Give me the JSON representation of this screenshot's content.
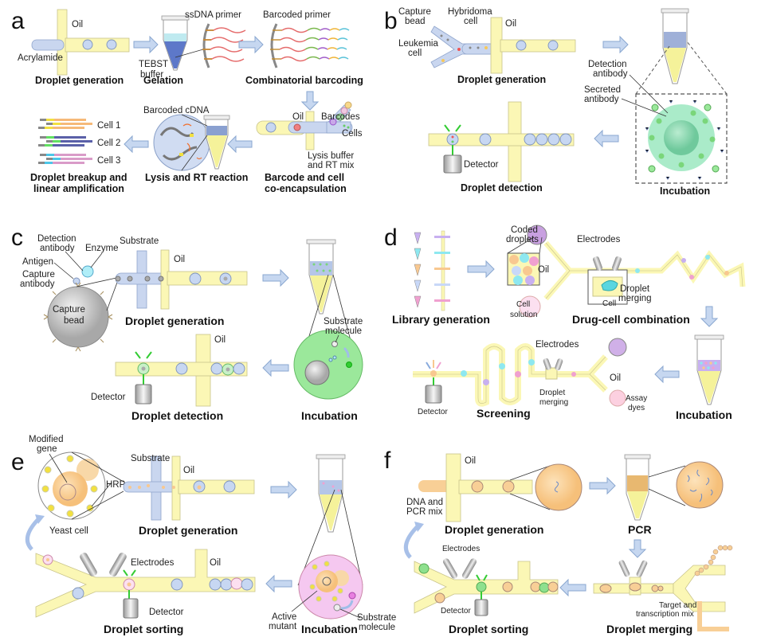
{
  "figure": {
    "panels": {
      "a": {
        "letter": "a",
        "labels": {
          "oil": "Oil",
          "acrylamide": "Acrylamide",
          "ssdna_primer": "ssDNA primer",
          "tebst": "TEBST",
          "buffer": "buffer",
          "barcoded_primer": "Barcoded primer",
          "barcoded_cdna": "Barcoded cDNA",
          "cell1": "Cell 1",
          "cell2": "Cell 2",
          "cell3": "Cell 3",
          "oil2": "Oil",
          "barcodes": "Barcodes",
          "cells": "Cells",
          "lysis1": "Lysis buffer",
          "lysis2": "and RT mix"
        },
        "steps": {
          "s1": "Droplet generation",
          "s2": "Gelation",
          "s3": "Combinatorial barcoding",
          "s4a": "Barcode and cell",
          "s4b": "co-encapsulation",
          "s5": "Lysis and RT reaction",
          "s6a": "Droplet breakup and",
          "s6b": "linear amplification"
        }
      },
      "b": {
        "letter": "b",
        "labels": {
          "capture1": "Capture",
          "capture2": "bead",
          "hybridoma1": "Hybridoma",
          "hybridoma2": "cell",
          "oil": "Oil",
          "leukemia1": "Leukemia",
          "leukemia2": "cell",
          "detection1": "Detection",
          "detection2": "antibody",
          "secreted1": "Secreted",
          "secreted2": "antibody",
          "detector": "Detector"
        },
        "steps": {
          "s1": "Droplet generation",
          "s2": "Incubation",
          "s3": "Droplet detection"
        }
      },
      "c": {
        "letter": "c",
        "labels": {
          "detection1": "Detection",
          "detection2": "antibody",
          "enzyme": "Enzyme",
          "antigen": "Antigen",
          "capture_ab1": "Capture",
          "capture_ab2": "antibody",
          "substrate": "Substrate",
          "oil": "Oil",
          "capture_bead1": "Capture",
          "capture_bead2": "bead",
          "substrate_mol1": "Substrate",
          "substrate_mol2": "molecule",
          "oil2": "Oil",
          "detector": "Detector"
        },
        "steps": {
          "s1": "Droplet generation",
          "s2": "Incubation",
          "s3": "Droplet detection"
        }
      },
      "d": {
        "letter": "d",
        "labels": {
          "coded1": "Coded",
          "coded2": "droplets",
          "electrodes": "Electrodes",
          "oil": "Oil",
          "cell_sol1": "Cell",
          "cell_sol2": "solution",
          "cell": "Cell",
          "merging1": "Droplet",
          "merging2": "merging",
          "electrodes2": "Electrodes",
          "oil2": "Oil",
          "merging3": "Droplet",
          "merging4": "merging",
          "assay1": "Assay",
          "assay2": "dyes",
          "detector": "Detector"
        },
        "steps": {
          "s1": "Library generation",
          "s2": "Drug-cell combination",
          "s3": "Incubation",
          "s4": "Screening"
        }
      },
      "e": {
        "letter": "e",
        "labels": {
          "modified1": "Modified",
          "modified2": "gene",
          "hrp": "HRP",
          "yeast": "Yeast cell",
          "substrate": "Substrate",
          "oil": "Oil",
          "electrodes": "Electrodes",
          "oil2": "Oil",
          "detector": "Detector",
          "active1": "Active",
          "active2": "mutant",
          "substrate_mol1": "Substrate",
          "substrate_mol2": "molecule"
        },
        "steps": {
          "s1": "Droplet generation",
          "s2": "Incubation",
          "s3": "Droplet sorting"
        }
      },
      "f": {
        "letter": "f",
        "labels": {
          "oil": "Oil",
          "dna1": "DNA and",
          "dna2": "PCR mix",
          "electrodes": "Electrodes",
          "detector": "Detector",
          "target1": "Target and",
          "target2": "transcription mix"
        },
        "steps": {
          "s1": "Droplet generation",
          "s2": "PCR",
          "s3": "Droplet sorting",
          "s4": "Droplet merging"
        }
      }
    },
    "colors": {
      "oil_channel": "#fbf7b5",
      "aqueous_channel": "#c9d6ef",
      "droplet": "#c7d7f2",
      "arrow": "#c6d7f0",
      "incubation_green": "#9be89b",
      "incubation_teal": "#a6e8c4",
      "incubation_pink": "#f5c8f0",
      "pcr_orange": "#f8cf96"
    }
  }
}
